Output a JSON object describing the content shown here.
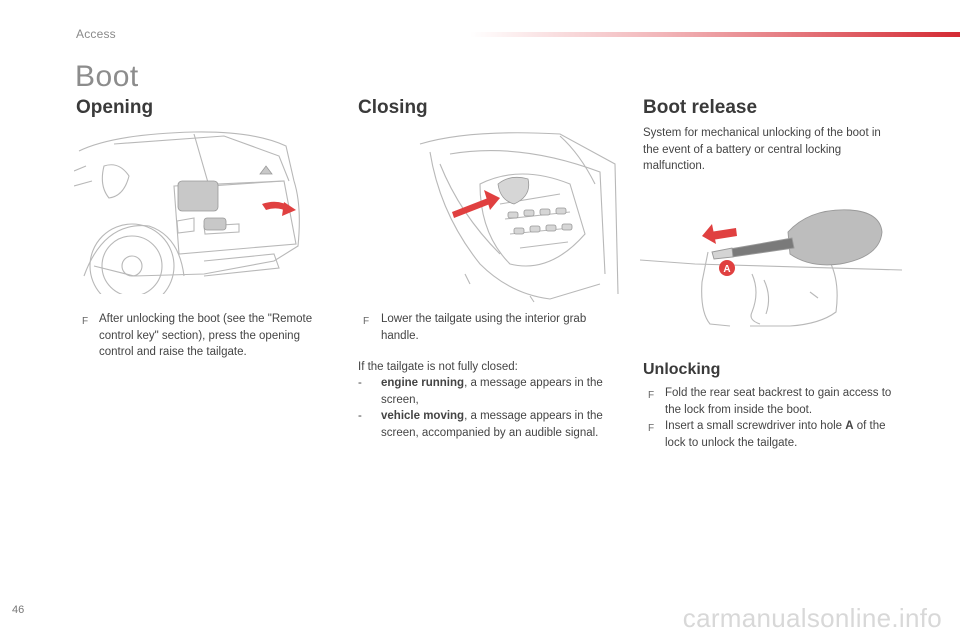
{
  "header": {
    "section": "Access",
    "accent_color": "#d42a33"
  },
  "page": {
    "title": "Boot",
    "number": "46"
  },
  "opening": {
    "heading": "Opening",
    "bullet_symbol": "F",
    "step": "After unlocking the boot (see the \"Remote control key\" section), press the opening control and raise the tailgate."
  },
  "closing": {
    "heading": "Closing",
    "bullet_symbol": "F",
    "step": "Lower the tailgate using the interior grab handle.",
    "intro": "If the tailgate is not fully closed:",
    "items": [
      {
        "dash": "-",
        "term": "engine running",
        "rest": ", a message appears in the screen,"
      },
      {
        "dash": "-",
        "term": "vehicle moving",
        "rest": ", a message appears in the screen, accompanied by an audible signal."
      }
    ]
  },
  "boot_release": {
    "heading": "Boot release",
    "description": "System for mechanical unlocking of the boot in the event of a battery or central locking malfunction.",
    "marker_label": "A"
  },
  "unlocking": {
    "heading": "Unlocking",
    "bullet_symbol": "F",
    "step1": "Fold the rear seat backrest to gain access to the lock from inside the boot.",
    "step2_pre": "Insert a small screwdriver into hole ",
    "step2_bold": "A",
    "step2_post": " of the lock to unlock the tailgate."
  },
  "watermark": "carmanualsonline.info"
}
